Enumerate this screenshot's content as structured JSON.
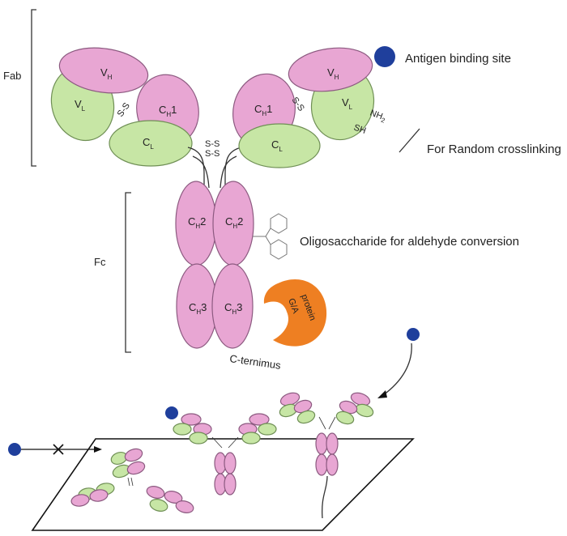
{
  "labels": {
    "fab": "Fab",
    "fc": "Fc",
    "antigen_site": "Antigen binding site",
    "random_crosslinking": "For Random crosslinking",
    "oligosaccharide": "Oligosaccharide for aldehyde conversion",
    "c_terminus": "C-ternimus",
    "protein_ga_line1": "protein",
    "protein_ga_line2": "G/A"
  },
  "domains": {
    "vh": "V",
    "vl": "V",
    "ch1": "C",
    "cl": "C",
    "ch2": "C",
    "ch3": "C",
    "sub_h": "H",
    "sub_l": "L",
    "num1": "1",
    "num2": "2",
    "num3": "3"
  },
  "groups": {
    "ss_left": "S-S",
    "ss_right": "S-S",
    "ss_hinge_top": "S-S",
    "ss_hinge_bottom": "S-S",
    "nh2": "NH",
    "nh2_sub": "2",
    "sh": "SH"
  },
  "colors": {
    "heavy_chain": "#e8a6d3",
    "light_chain": "#c7e6a5",
    "antigen": "#1f3f9c",
    "protein_ga": "#ee7f22"
  }
}
